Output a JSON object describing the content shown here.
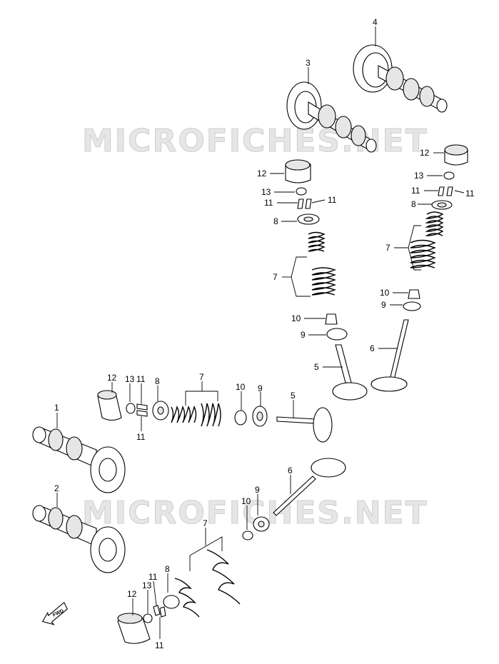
{
  "watermark": "MICROFICHES.NET",
  "callouts": {
    "c1": "1",
    "c2": "2",
    "c3": "3",
    "c4": "4",
    "c5": "5",
    "c6": "6",
    "c7": "7",
    "c8": "8",
    "c9": "9",
    "c10": "10",
    "c11": "11",
    "c12": "12",
    "c13": "13"
  },
  "fwd_label": "FWD"
}
